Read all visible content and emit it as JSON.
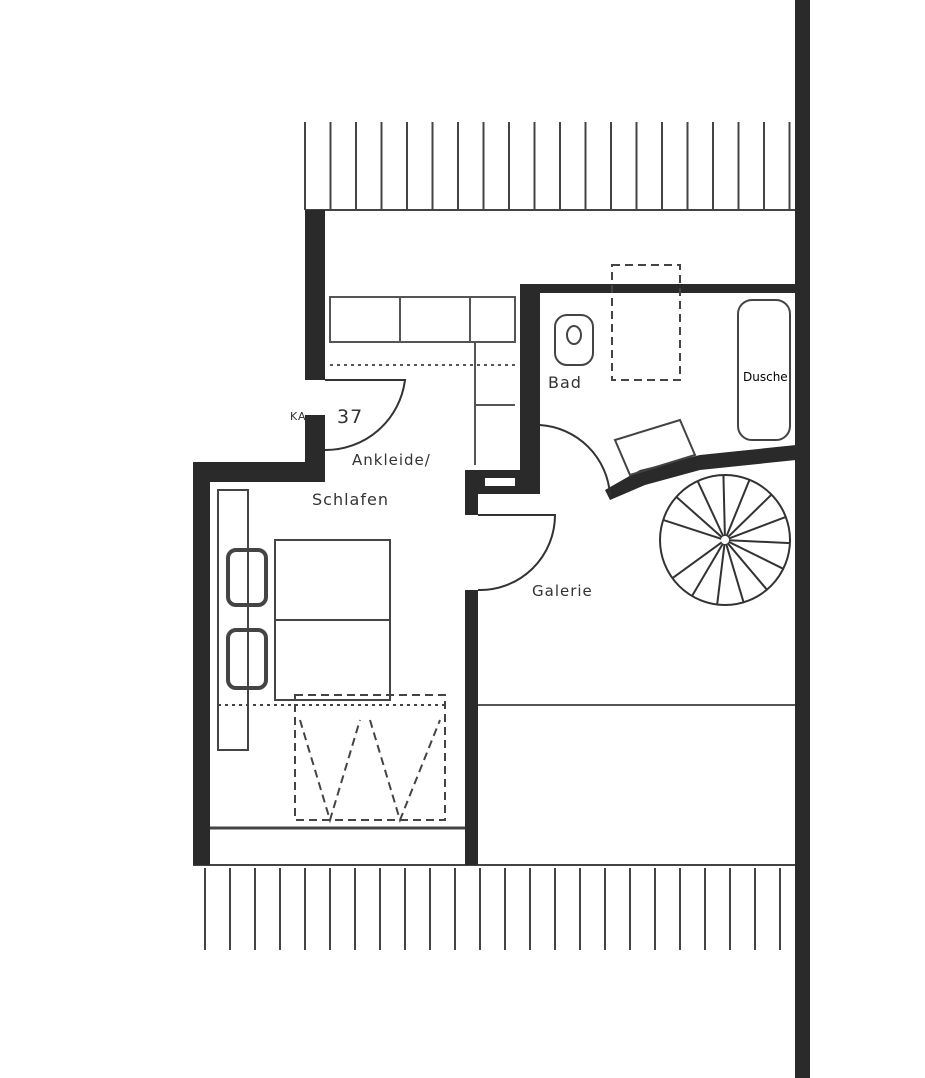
{
  "rooms": {
    "ankleide": "Ankleide/",
    "schlafen": "Schlafen",
    "bad": "Bad",
    "dusche": "Dusche",
    "galerie": "Galerie"
  },
  "stair_number": "37",
  "stair_prefix": "KA",
  "colors": {
    "wall": "#2a2a2a",
    "line": "#444444",
    "background": "#ffffff"
  }
}
